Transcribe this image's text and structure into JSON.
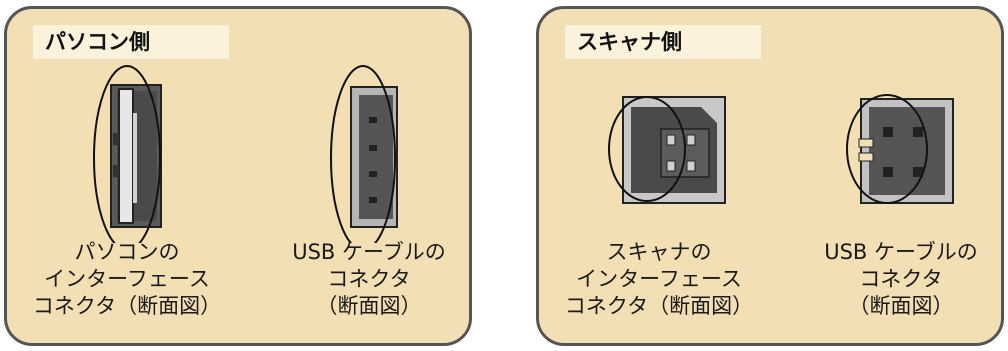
{
  "left_panel": {
    "title": "パソコン側",
    "captions": [
      {
        "lines": [
          "パソコンの",
          "インターフェース",
          "コネクタ（断面図）"
        ]
      },
      {
        "lines": [
          "USB ケーブルの",
          "コネクタ",
          "（断面図）"
        ]
      }
    ]
  },
  "right_panel": {
    "title": "スキャナ側",
    "captions": [
      {
        "lines": [
          "スキャナの",
          "インターフェース",
          "コネクタ（断面図）"
        ]
      },
      {
        "lines": [
          "USB ケーブルの",
          "コネクタ",
          "（断面図）"
        ]
      }
    ]
  },
  "colors": {
    "panel_bg": "#f3dfb4",
    "title_bg": "#fbf2dc",
    "border": "#555555",
    "connector_dark": "#5a5a5a",
    "connector_mid": "#b5b5b5"
  }
}
